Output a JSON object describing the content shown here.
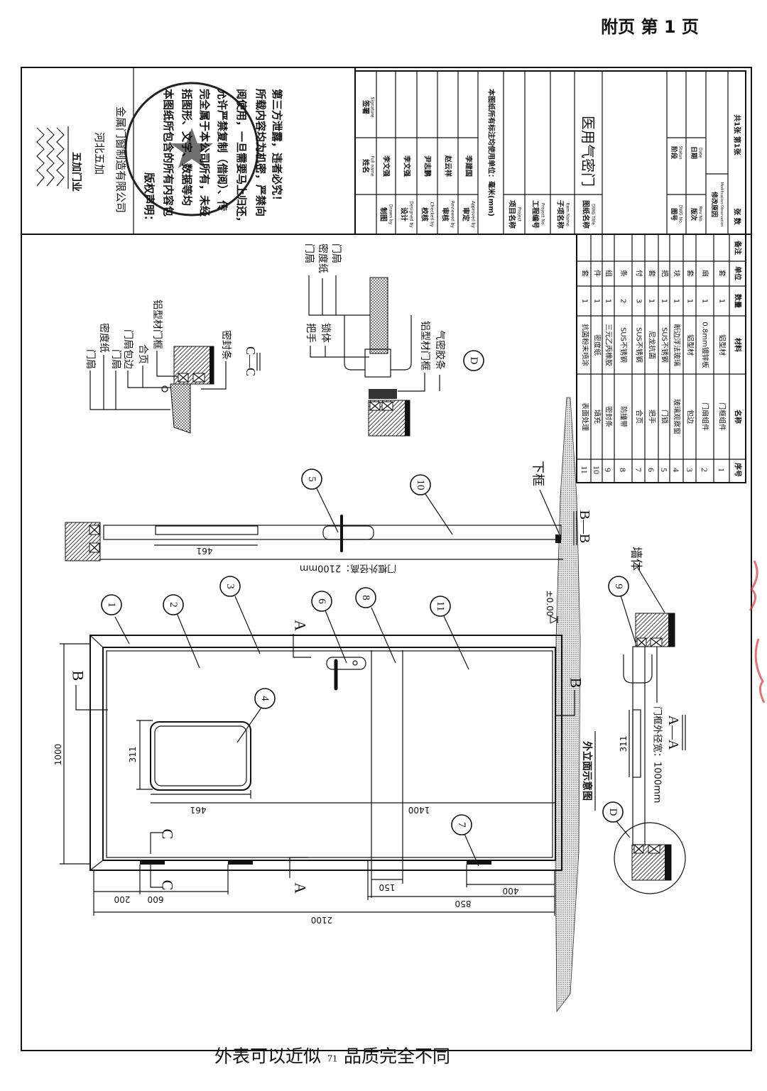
{
  "header": {
    "page_label": "附页 第 1 页",
    "color": "#1f3f8a"
  },
  "footer": {
    "before": "外表可以近似",
    "number": "71",
    "after": "品质完全不同"
  },
  "company": {
    "brand": "五加门业",
    "region": "河北五加",
    "name": "金属门窗制造有限公司",
    "stamp_text": "河北五加金属门窗制造有限公司"
  },
  "copyright": {
    "lines": [
      "版权声明：",
      "本图纸所包含的所有内容包",
      "括图形、文字、数据等均",
      "完全属于本公司所有，未经",
      "允许严禁复制（借阅）、传",
      "阅使用，一旦需要马上归还，",
      "所载内容均为机密，严禁向",
      "第三方泄露，违者必究！"
    ]
  },
  "title_block": {
    "header": {
      "name": "姓名",
      "name_en": "Full name",
      "signature": "签署",
      "signature_en": "Signature"
    },
    "people": [
      {
        "role": "制图",
        "role_en": "Drawn by",
        "name": "李文强"
      },
      {
        "role": "设计",
        "role_en": "Designed by",
        "name": "李文强"
      },
      {
        "role": "校核",
        "role_en": "Checked by",
        "name": "尹志鹏"
      },
      {
        "role": "审核",
        "role_en": "Reviewed by",
        "name": "赵云祥"
      },
      {
        "role": "审定",
        "role_en": "Approved by",
        "name": "李建国"
      }
    ],
    "unit_note": "本图纸所有标注均使用单位：毫米(mm)",
    "fields": [
      {
        "label": "项目名称",
        "label_en": "Project"
      },
      {
        "label": "工程编号",
        "label_en": "Project No."
      },
      {
        "label": "子项名称",
        "label_en": "Item Name"
      },
      {
        "label": "图纸名称",
        "label_en": "DWG Title"
      }
    ],
    "drawing_title": "医用气密门",
    "dwg_no": {
      "label": "图号",
      "label_en": "DWG No."
    },
    "status": {
      "label": "阶段",
      "label_en": "Status"
    },
    "rev_no": {
      "label": "版次",
      "label_en": "Rev No."
    },
    "date": {
      "label": "日期",
      "label_en": "Date"
    },
    "modification": {
      "label": "修改原因",
      "label_en": "Modification-Observation"
    },
    "sheets": {
      "label": "张 数",
      "value": "共1张 第1张"
    }
  },
  "parts_table": {
    "headers": {
      "no": "序号",
      "name": "名称",
      "material": "材料",
      "qty": "数量",
      "unit": "单位",
      "remark": "备注"
    },
    "rows": [
      {
        "no": "1",
        "name": "门框组件",
        "material": "铝型材",
        "qty": "1",
        "unit": "套"
      },
      {
        "no": "2",
        "name": "门扇组件",
        "material": "0.8mm镀锌板",
        "qty": "1",
        "unit": "扇"
      },
      {
        "no": "3",
        "name": "包边",
        "material": "铝型材",
        "qty": "1",
        "unit": "套"
      },
      {
        "no": "4",
        "name": "玻璃观察窗",
        "material": "断边浮法玻璃",
        "qty": "1",
        "unit": "块"
      },
      {
        "no": "5",
        "name": "门锁",
        "material": "SUS不锈钢",
        "qty": "1",
        "unit": "把"
      },
      {
        "no": "6",
        "name": "把手",
        "material": "尼龙抗菌",
        "qty": "1",
        "unit": "套"
      },
      {
        "no": "7",
        "name": "合页",
        "material": "SUS不锈钢",
        "qty": "3",
        "unit": "付"
      },
      {
        "no": "8",
        "name": "防撞带",
        "material": "SUS不锈钢",
        "qty": "2",
        "unit": "条"
      },
      {
        "no": "9",
        "name": "密封条",
        "material": "三元乙丙橡胶",
        "qty": "1",
        "unit": "组"
      },
      {
        "no": "10",
        "name": "填充",
        "material": "密度纸",
        "qty": "1",
        "unit": "件"
      },
      {
        "no": "11",
        "name": "表面处理",
        "material": "抗菌粉末喷涂",
        "qty": "1",
        "unit": "套"
      }
    ]
  },
  "elevation": {
    "title": "外立面示意图",
    "level": "±0.00",
    "frame_height_note": "门框外径高：2100mm",
    "dims": {
      "height": "2100",
      "width": "1000",
      "window_w": "461",
      "window_h": "311",
      "d1400": "1400",
      "d850": "850",
      "d400": "400",
      "d150": "150",
      "d200": "200",
      "d600": "600"
    },
    "callouts": [
      "1",
      "2",
      "3",
      "4",
      "6",
      "7",
      "8",
      "11"
    ],
    "section_marks": {
      "a": "A",
      "b": "B",
      "c": "C"
    }
  },
  "section_bb": {
    "title": "B—B",
    "dim_window": "461",
    "bottom_frame": "下框",
    "callouts": [
      "5",
      "10"
    ]
  },
  "section_aa": {
    "title": "A—A",
    "dim_window": "311",
    "frame_width_note": "门框外径宽：1000mm",
    "wall": "墙体",
    "callouts": [
      "9"
    ],
    "detail": "D"
  },
  "section_cc": {
    "title": "C—C",
    "labels": [
      "门扇",
      "密度纸",
      "门扇",
      "门扇包边",
      "合页",
      "铝型材门框",
      "密封条"
    ]
  },
  "detail_d": {
    "title": "D",
    "labels": [
      "门扇",
      "密度纸",
      "门扇",
      "把手",
      "锁体",
      "铝型材门框",
      "气密胶条"
    ]
  }
}
